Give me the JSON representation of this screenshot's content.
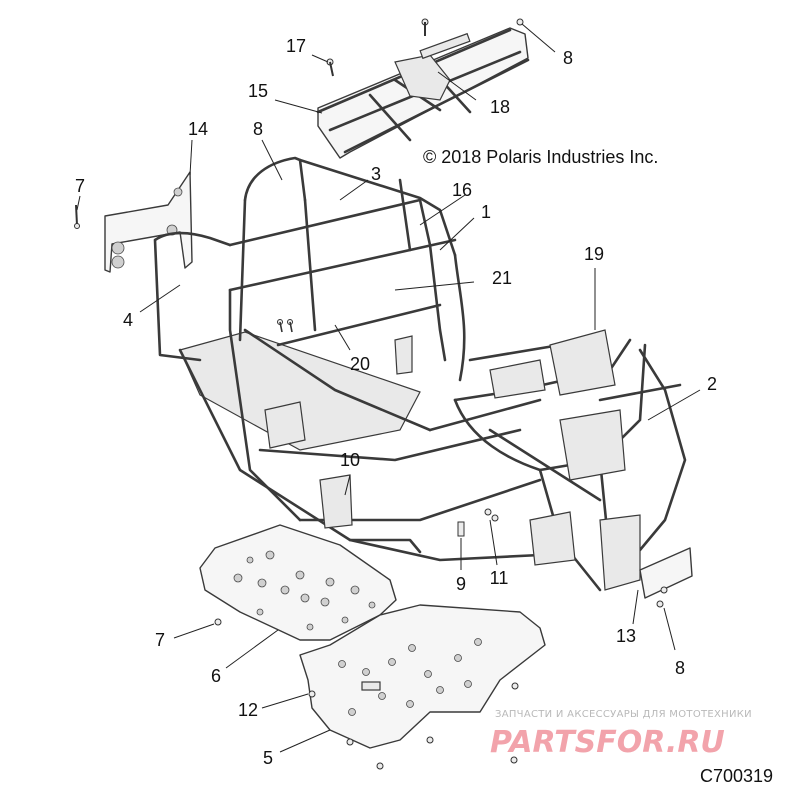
{
  "copyright": "© 2018 Polaris Industries Inc.",
  "drawing_ref": "C700319",
  "watermark": {
    "tagline": "ЗАПЧАСТИ И АКСЕССУАРЫ ДЛЯ МОТОТЕХНИКИ",
    "brand": "PARTSFOR.RU",
    "brand_color": "#e8505b"
  },
  "callouts": [
    {
      "id": "c17a",
      "label": "17"
    },
    {
      "id": "c8a",
      "label": "8"
    },
    {
      "id": "c15",
      "label": "15"
    },
    {
      "id": "c18",
      "label": "18"
    },
    {
      "id": "c14",
      "label": "14"
    },
    {
      "id": "c8b",
      "label": "8"
    },
    {
      "id": "c3",
      "label": "3"
    },
    {
      "id": "c16",
      "label": "16"
    },
    {
      "id": "c7a",
      "label": "7"
    },
    {
      "id": "c1",
      "label": "1"
    },
    {
      "id": "c19",
      "label": "19"
    },
    {
      "id": "c21",
      "label": "21"
    },
    {
      "id": "c4",
      "label": "4"
    },
    {
      "id": "c20",
      "label": "20"
    },
    {
      "id": "c2",
      "label": "2"
    },
    {
      "id": "c10",
      "label": "10"
    },
    {
      "id": "c9",
      "label": "9"
    },
    {
      "id": "c11",
      "label": "11"
    },
    {
      "id": "c7b",
      "label": "7"
    },
    {
      "id": "c6",
      "label": "6"
    },
    {
      "id": "c13",
      "label": "13"
    },
    {
      "id": "c8c",
      "label": "8"
    },
    {
      "id": "c12",
      "label": "12"
    },
    {
      "id": "c5",
      "label": "5"
    }
  ]
}
